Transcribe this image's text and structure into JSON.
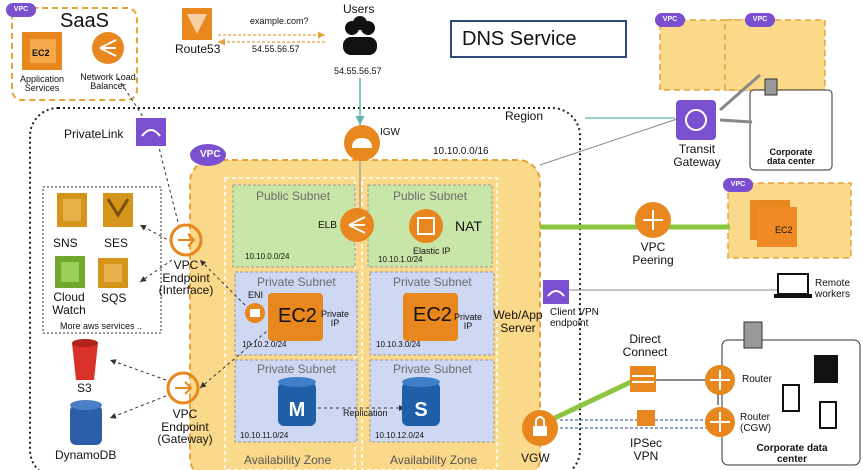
{
  "title": "DNS Service",
  "saas": {
    "label": "SaaS",
    "vpc_tag": "VPC",
    "ec2_label": "EC2",
    "app_services": "Application\nServices",
    "nlb": "Network Load\nBalancer"
  },
  "route53": {
    "label": "Route53",
    "query": "example.com?",
    "answer": "54.55.56.57"
  },
  "users": {
    "label": "Users",
    "ip": "54.55.56.57"
  },
  "privatelink": "PrivateLink",
  "region": "Region",
  "vpc": {
    "tag": "VPC",
    "cidr": "10.10.0.0/16"
  },
  "igw": "IGW",
  "subnets": {
    "public_a": {
      "title": "Public Subnet",
      "cidr": "10.10.0.0/24",
      "elb": "ELB"
    },
    "public_b": {
      "title": "Public Subnet",
      "cidr": "10.10.1.0/24",
      "nat": "NAT",
      "eip": "Elastic IP"
    },
    "private_a": {
      "title": "Private Subnet",
      "cidr": "10.10.2.0/24",
      "eni": "ENI",
      "ec2": "EC2",
      "ip": "Private\nIP"
    },
    "private_b": {
      "title": "Private Subnet",
      "cidr": "10.10.3.0/24",
      "ec2": "EC2",
      "ip": "Private\nIP"
    },
    "private_c": {
      "title": "Private Subnet",
      "cidr": "10.10.11.0/24"
    },
    "private_d": {
      "title": "Private Subnet",
      "cidr": "10.10.12.0/24"
    }
  },
  "replication": "Replication",
  "az_a": "Availability Zone",
  "az_b": "Availability Zone",
  "webapp": "Web/App\nServer",
  "services": {
    "sns": "SNS",
    "ses": "SES",
    "cloudwatch": "Cloud\nWatch",
    "sqs": "SQS",
    "more": "More aws services ..",
    "s3": "S3",
    "dynamodb": "DynamoDB"
  },
  "vpce_interface": "VPC\nEndpoint\n(Interface)",
  "vpce_gateway": "VPC\nEndpoint\n(Gateway)",
  "transit": {
    "label": "Transit\nGateway",
    "corp": "Corporate\ndata center"
  },
  "peering": {
    "label": "VPC\nPeering",
    "ec2": "EC2"
  },
  "remote_workers": "Remote\nworkers",
  "client_vpn": "Client VPN\nendpoint",
  "direct_connect": "Direct\nConnect",
  "ipsec": "IPSec\nVPN",
  "vgw": "VGW",
  "router": "Router",
  "router_cgw": "Router\n(CGW)",
  "corp_dc_bottom": "Corporate data\ncenter",
  "colors": {
    "orange": "#e8871e",
    "vpc_fill": "#fbd98a",
    "public_green": "#c8e6a8",
    "private_blue": "#cfd8f3",
    "link_green": "#8cc63f",
    "purple": "#7a4fd0",
    "teal": "#5fb3ad"
  }
}
